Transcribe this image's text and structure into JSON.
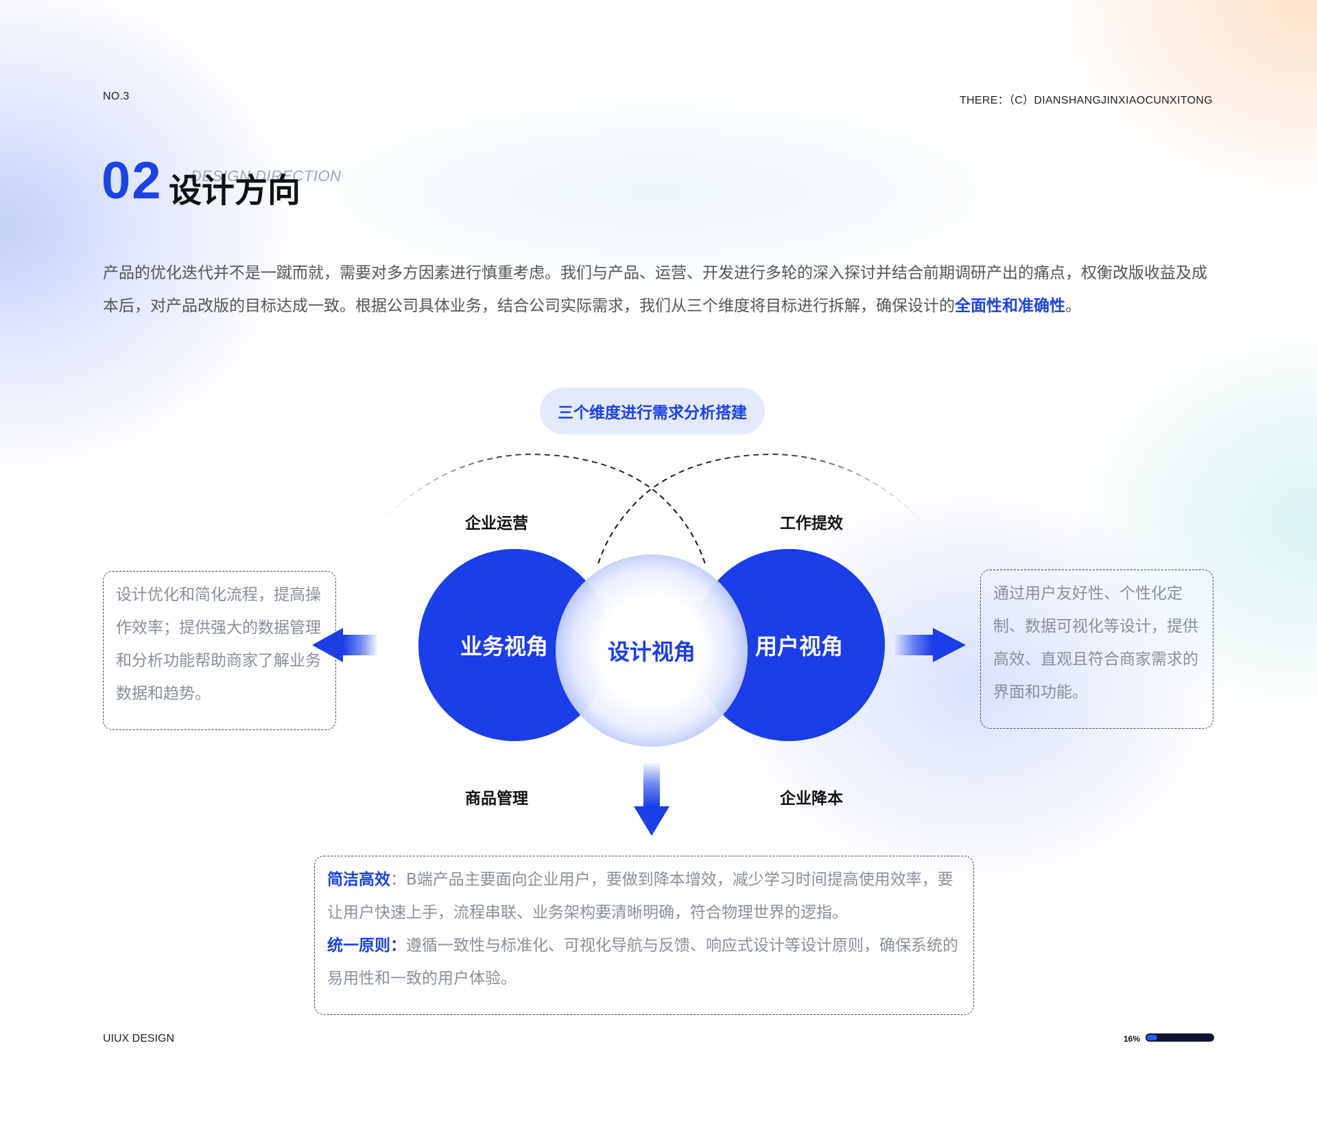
{
  "header": {
    "page_no": "NO.3",
    "project": "THERE：（C）DIANSHANGJINXIAOCUNXITONG"
  },
  "section": {
    "number": "02",
    "title": "设计方向",
    "title_en": "DESIGN DIRECTION"
  },
  "intro": {
    "text": "产品的优化迭代并不是一蹴而就，需要对多方因素进行慎重考虑。我们与产品、运营、开发进行多轮的深入探讨并结合前期调研产出的痛点，权衡改版收益及成本后，对产品改版的目标达成一致。根据公司具体业务，结合公司实际需求，我们从三个维度将目标进行拆解，确保设计的",
    "highlight": "全面性和准确性",
    "end": "。"
  },
  "diagram": {
    "pill": "三个维度进行需求分析搭建",
    "labels": {
      "top_left": "企业运营",
      "top_right": "工作提效",
      "bottom_left": "商品管理",
      "bottom_right": "企业降本"
    },
    "circles": {
      "left": "业务视角",
      "middle": "设计视角",
      "right": "用户视角"
    },
    "box_left": "设计优化和简化流程，提高操作效率；提供强大的数据管理和分析功能帮助商家了解业务数据和趋势。",
    "box_right": "通过用户友好性、个性化定制、数据可视化等设计，提供高效、直观且符合商家需求的界面和功能。",
    "box_bottom": {
      "item1_key": "简洁高效",
      "item1_sep": "：",
      "item1_text": "B端产品主要面向企业用户，要做到降本增效，减少学习时间提高使用效率，要让用户快速上手，流程串联、业务架构要清晰明确，符合物理世界的逻指。",
      "item2_key": "统一原则：",
      "item2_text": "遵循一致性与标准化、可视化导航与反馈、响应式设计等设计原则，确保系统的易用性和一致的用户体验。"
    }
  },
  "footer": {
    "left": "UIUX DESIGN",
    "progress_label": "16%",
    "progress_value": 0.16
  },
  "colors": {
    "accent": "#1a43e8",
    "circle_fill": "#1a3ee8",
    "pill_bg": "#e4e9fb"
  }
}
